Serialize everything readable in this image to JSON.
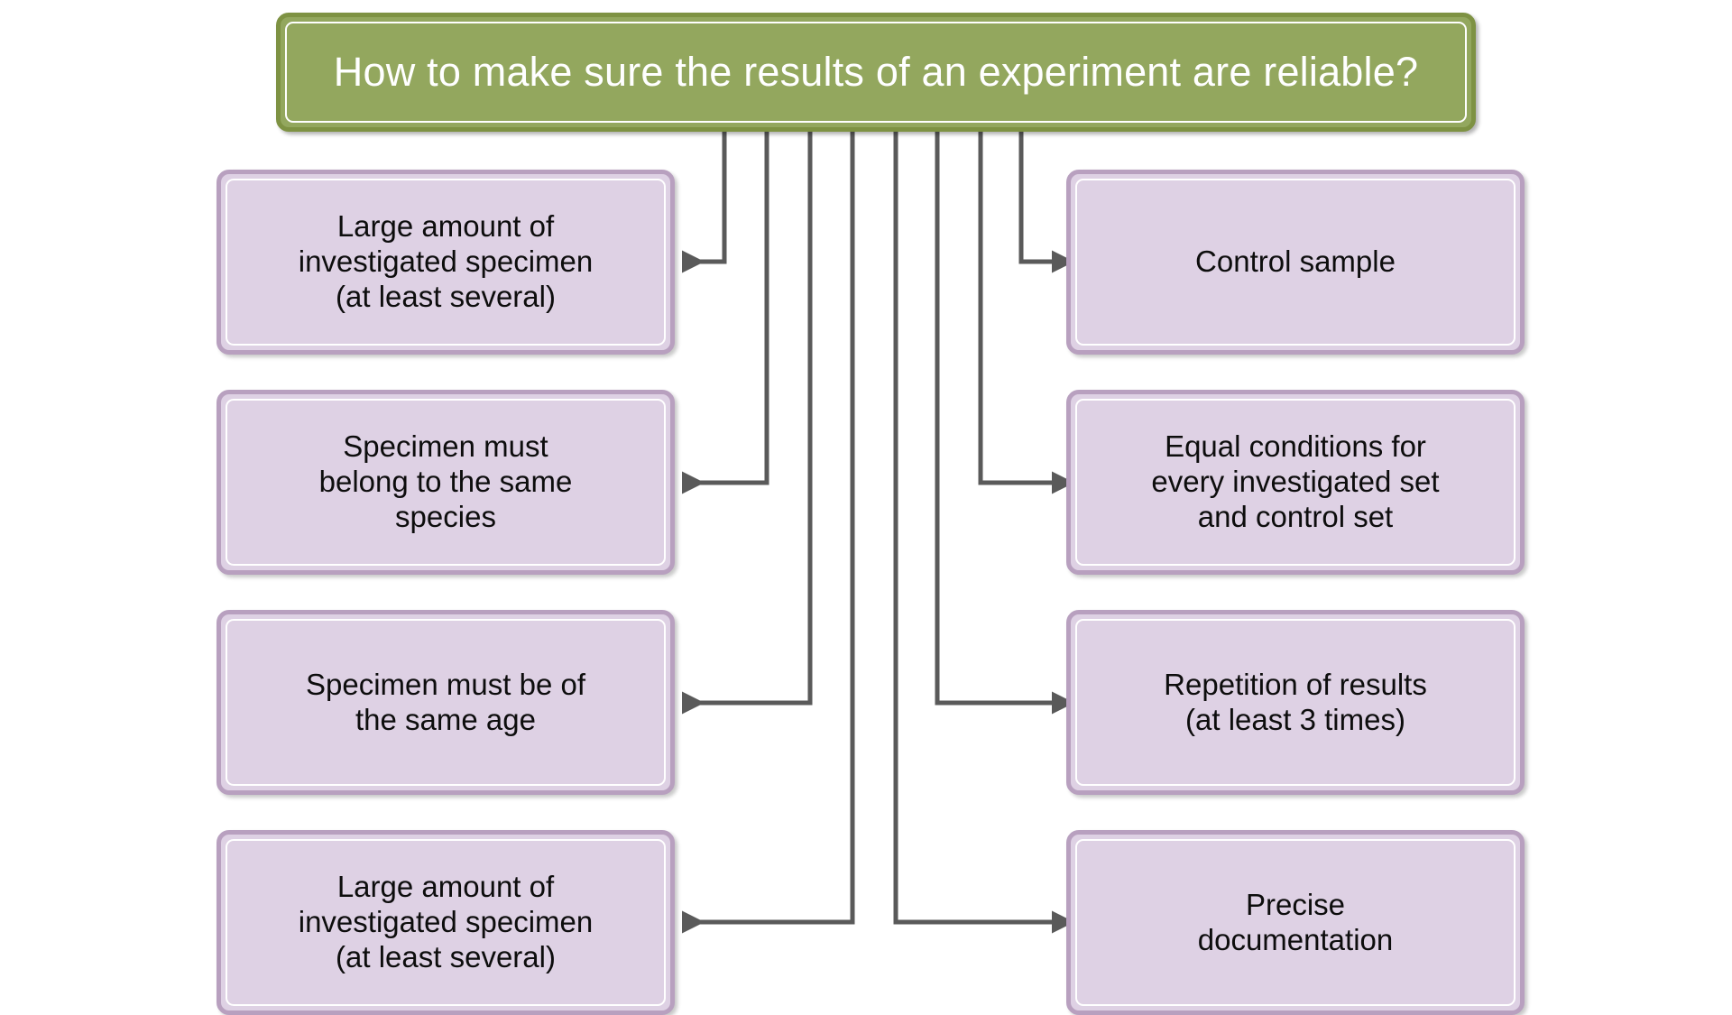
{
  "diagram": {
    "type": "hierarchy-flowchart",
    "title_node": {
      "id": "root",
      "label": "How to make sure the results of an experiment are reliable?",
      "fill": "#93A75E",
      "border": "#7E9243",
      "text_color": "#FFFFFF"
    },
    "node_style": {
      "fill": "#DED1E4",
      "border": "#B8A0BF",
      "text_color": "#0D0D0D",
      "inner_stroke": "#FFFFFF"
    },
    "connector_style": {
      "color": "#5A5A5A",
      "width": 5,
      "arrowhead": "solid-triangle"
    },
    "left_column": [
      {
        "id": "left-1",
        "label": "Large amount of\ninvestigated specimen\n(at least several)"
      },
      {
        "id": "left-2",
        "label": "Specimen must\nbelong to the same\nspecies"
      },
      {
        "id": "left-3",
        "label": "Specimen must be of\nthe same age"
      },
      {
        "id": "left-4",
        "label": "Large amount of\ninvestigated specimen\n(at least several)"
      }
    ],
    "right_column": [
      {
        "id": "right-1",
        "label": "Control sample"
      },
      {
        "id": "right-2",
        "label": "Equal conditions for\nevery investigated set\nand control set"
      },
      {
        "id": "right-3",
        "label": "Repetition of results\n(at least 3 times)"
      },
      {
        "id": "right-4",
        "label": "Precise\ndocumentation"
      }
    ],
    "edges": [
      {
        "from": "root",
        "to": "left-1",
        "direction": "left"
      },
      {
        "from": "root",
        "to": "left-2",
        "direction": "left"
      },
      {
        "from": "root",
        "to": "left-3",
        "direction": "left"
      },
      {
        "from": "root",
        "to": "left-4",
        "direction": "left"
      },
      {
        "from": "root",
        "to": "right-1",
        "direction": "right"
      },
      {
        "from": "root",
        "to": "right-2",
        "direction": "right"
      },
      {
        "from": "root",
        "to": "right-3",
        "direction": "right"
      },
      {
        "from": "root",
        "to": "right-4",
        "direction": "right"
      }
    ]
  }
}
